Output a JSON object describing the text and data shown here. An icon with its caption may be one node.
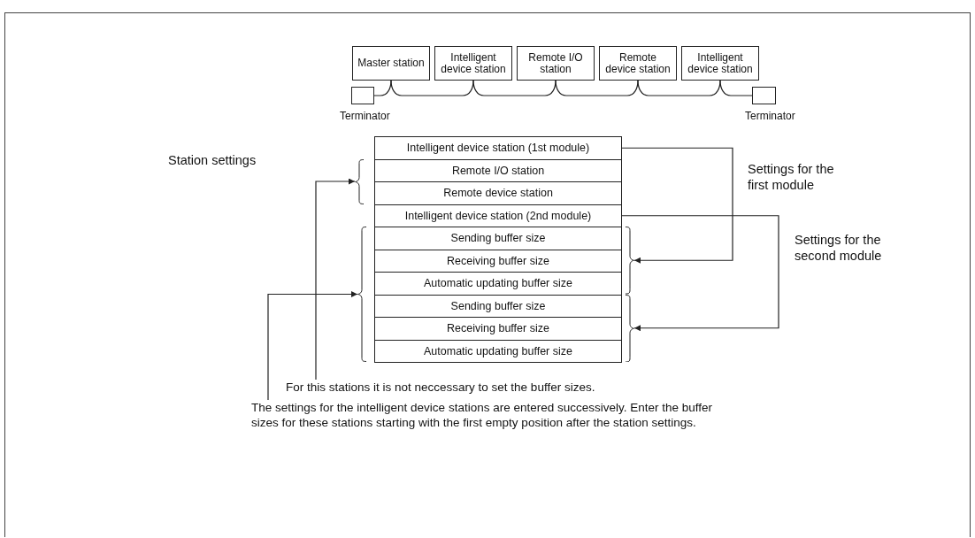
{
  "diagram": {
    "nodes": [
      {
        "text": [
          "Master station"
        ]
      },
      {
        "text": [
          "Intelligent device station"
        ]
      },
      {
        "text": [
          "Remote I/O station"
        ]
      },
      {
        "text": [
          "Remote device station"
        ]
      },
      {
        "text": [
          "Intelligent device station"
        ]
      },
      {
        "text": [],
        "shape": "box",
        "beside": [
          "Terminator"
        ]
      },
      {
        "text": [],
        "shape": "box",
        "beside": [
          "Terminator"
        ]
      },
      {
        "text": [
          "Intelligent device station (1st module)"
        ]
      },
      {
        "text": [
          "Remote I/O station"
        ]
      },
      {
        "text": [
          "Remote device station"
        ]
      },
      {
        "text": [
          "Intelligent device station (2nd module)"
        ]
      },
      {
        "text": [
          "Sending buffer size"
        ]
      },
      {
        "text": [
          "Receiving buffer size"
        ]
      },
      {
        "text": [
          "Automatic updating buffer size"
        ]
      },
      {
        "text": [
          "Sending buffer size"
        ]
      },
      {
        "text": [
          "Receiving buffer size"
        ]
      },
      {
        "text": [
          "Automatic updating buffer size"
        ]
      },
      {
        "text": [],
        "shape": "brace"
      },
      {
        "text": [],
        "shape": "brace"
      },
      {
        "text": [],
        "shape": "brace"
      },
      {
        "text": [],
        "shape": "brace"
      },
      {
        "text": [
          "For this stations it is not neccessary to set the buffer sizes."
        ]
      },
      {
        "text": [
          "The settings for the intelligent device stations are entered successively. Enter the buffer sizes for these stations starting with the first empty position after the station settings."
        ]
      }
    ],
    "edges": [
      {
        "from": 5,
        "to": 0,
        "arrow": "none"
      },
      {
        "from": 0,
        "to": 1,
        "arrow": "none"
      },
      {
        "from": 1,
        "to": 2,
        "arrow": "none"
      },
      {
        "from": 2,
        "to": 3,
        "arrow": "none"
      },
      {
        "from": 3,
        "to": 4,
        "arrow": "none"
      },
      {
        "from": 4,
        "to": 6,
        "arrow": "none"
      },
      {
        "from": 21,
        "to": 17,
        "arrow": "to"
      },
      {
        "from": 22,
        "to": 18,
        "arrow": "to"
      },
      {
        "from": 7,
        "to": 19,
        "arrow": "to"
      },
      {
        "from": 10,
        "to": 20,
        "arrow": "to"
      }
    ],
    "labels": [
      "Station settings",
      "Settings for the first module",
      "Settings for the second module"
    ]
  }
}
